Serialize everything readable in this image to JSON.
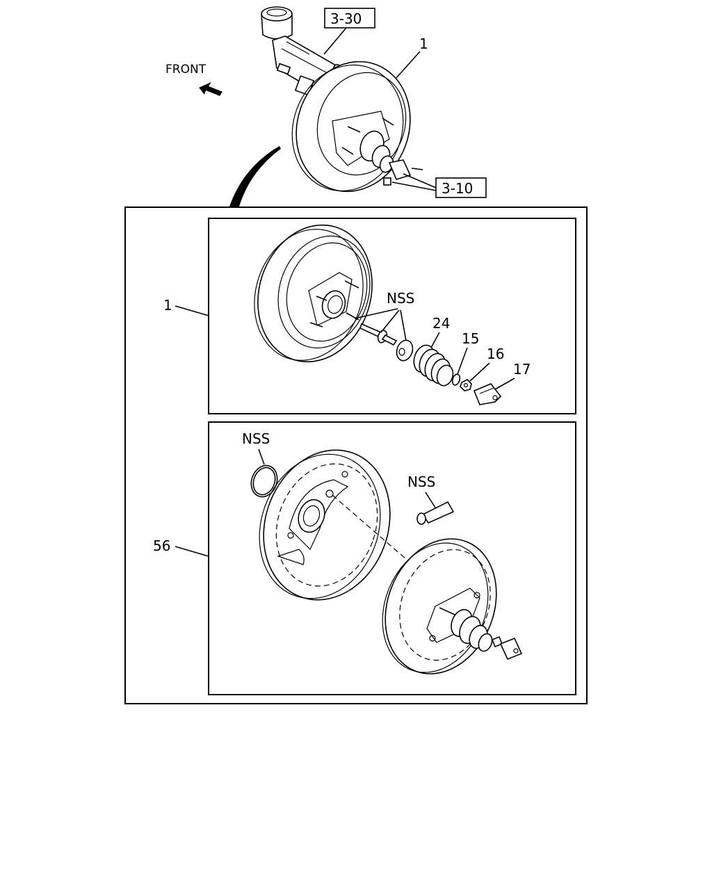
{
  "top_view": {
    "ref_box_a": "3-30",
    "ref_box_b": "3-10",
    "part_1": "1",
    "front_label": "FRONT"
  },
  "panel_upper": {
    "part_1": "1",
    "nss": "NSS",
    "part_24": "24",
    "part_15": "15",
    "part_16": "16",
    "part_17": "17"
  },
  "panel_lower": {
    "part_56": "56",
    "nss_ring": "NSS",
    "nss_tube": "NSS"
  }
}
